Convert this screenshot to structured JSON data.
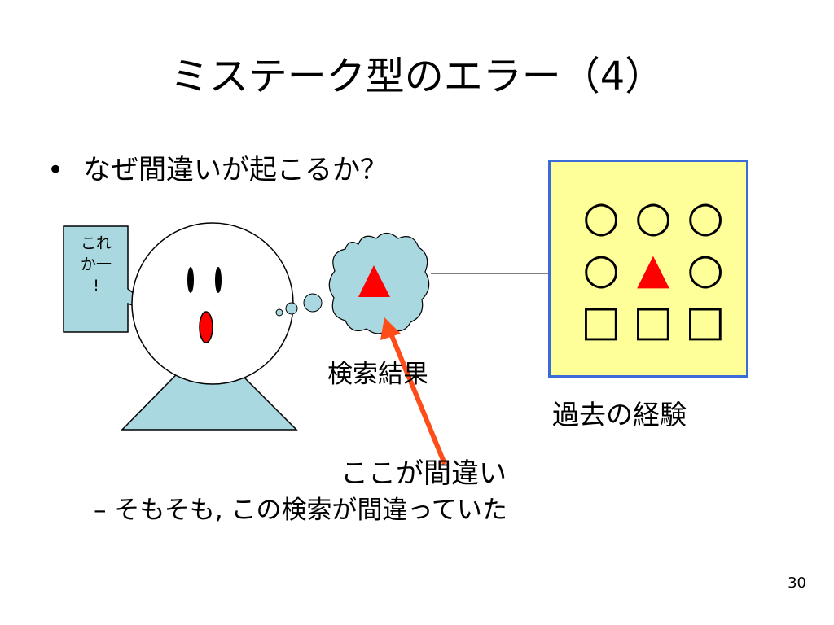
{
  "slide": {
    "title": "ミステーク型のエラー（4）",
    "bullet_marker": "•",
    "bullet_text": "なぜ間違いが起こるか？",
    "sub_bullet": "– そもそも, この検索が間違っていた",
    "page_number": "30"
  },
  "diagram": {
    "speech_lines": [
      "これ",
      "か一",
      "!"
    ],
    "search_result_label": "検索結果",
    "past_experience_label": "過去の経験",
    "mistake_label": "ここが間違い",
    "memory_grid": [
      [
        "○",
        "○",
        "○"
      ],
      [
        "○",
        "▲",
        "○"
      ],
      [
        "□",
        "□",
        "□"
      ]
    ],
    "colors": {
      "person_fill": "#a9d8e0",
      "cloud_fill": "#a9d8e0",
      "memory_fill": "#ffff99",
      "memory_border": "#3a6bd9",
      "triangle_red": "#ff0000",
      "arrow_red": "#ff4d1a"
    },
    "icons": [
      "person-face-icon",
      "thought-cloud-icon",
      "speech-bubble-icon",
      "red-triangle-icon"
    ]
  }
}
